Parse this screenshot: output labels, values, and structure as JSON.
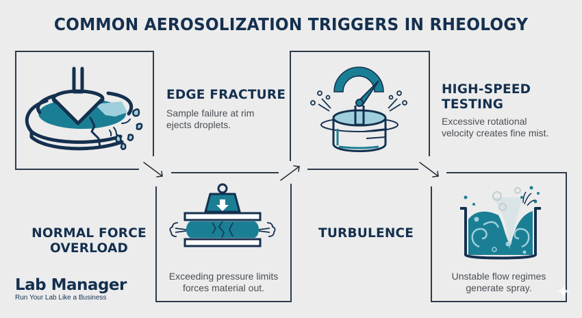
{
  "title": "COMMON AEROSOLIZATION TRIGGERS IN RHEOLOGY",
  "colors": {
    "background": "#ececec",
    "navy": "#14304f",
    "teal": "#1a7f94",
    "light_teal": "#9fcfdc",
    "text_gray": "#4a4f55"
  },
  "triggers": [
    {
      "heading": "EDGE FRACTURE",
      "description_lines": [
        "Sample failure at rim",
        "ejects droplets."
      ],
      "icon": "cone-plate-fracture-icon"
    },
    {
      "heading_lines": [
        "NORMAL FORCE",
        "OVERLOAD"
      ],
      "description_lines": [
        "Exceeding pressure limits",
        "forces material out."
      ],
      "icon": "weight-compression-icon"
    },
    {
      "heading_lines": [
        "HIGH-SPEED",
        "TESTING"
      ],
      "description_lines": [
        "Excessive rotational",
        "velocity creates fine mist."
      ],
      "icon": "speedometer-cup-icon"
    },
    {
      "heading": "TURBULENCE",
      "description_lines": [
        "Unstable flow regimes",
        "generate spray."
      ],
      "icon": "vortex-beaker-icon"
    }
  ],
  "brand": {
    "name": "Lab Manager",
    "tagline": "Run Your Lab Like a Business"
  }
}
